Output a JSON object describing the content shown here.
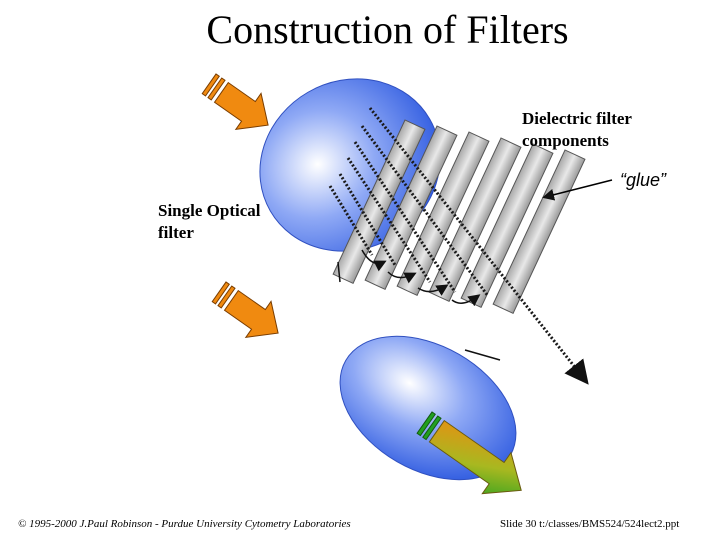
{
  "title": "Construction of Filters",
  "labels": {
    "dielectric": [
      "Dielectric filter",
      "components"
    ],
    "glue": "“glue”",
    "single_filter": [
      "Single Optical",
      "filter"
    ]
  },
  "footer": {
    "copyright": "© 1995-2000 J.Paul Robinson - Purdue University Cytometry Laboratories",
    "slide": "Slide 30  t:/classes/BMS524/524lect2.ppt"
  },
  "colors": {
    "lens": "#4a72e8",
    "plate": "#bcbcbc",
    "arrow": "#f08a10",
    "beam": "#222222"
  }
}
